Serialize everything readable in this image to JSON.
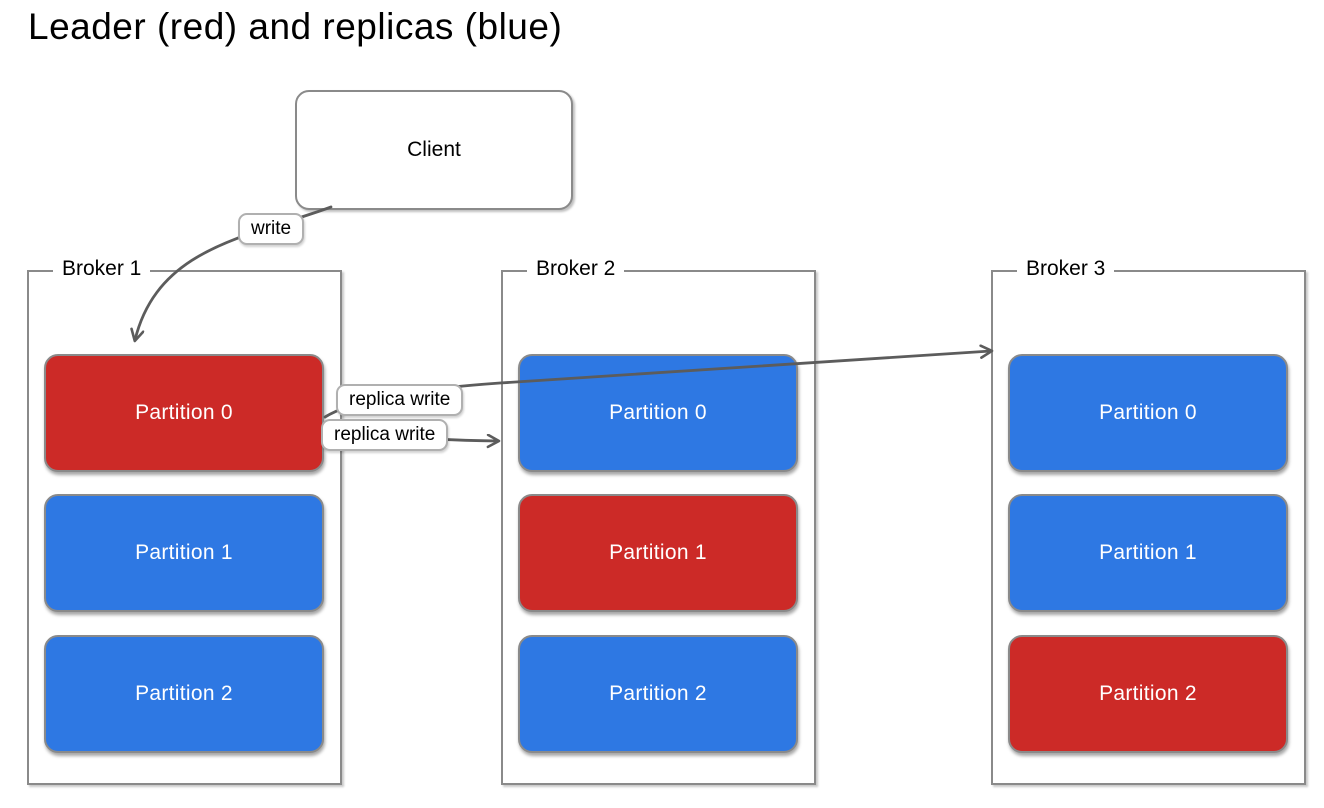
{
  "title": "Leader (red) and replicas (blue)",
  "colors": {
    "leader": "#cc2a27",
    "replica": "#2e78e3",
    "line": "#5c5c5c",
    "box_border": "#8a8a8a"
  },
  "client": {
    "label": "Client"
  },
  "arrows": {
    "write_label": "write",
    "replica_write_top_label": "replica write",
    "replica_write_bottom_label": "replica write"
  },
  "brokers": [
    {
      "label": "Broker 1",
      "partitions": [
        {
          "label": "Partition 0",
          "role": "leader"
        },
        {
          "label": "Partition 1",
          "role": "replica"
        },
        {
          "label": "Partition 2",
          "role": "replica"
        }
      ]
    },
    {
      "label": "Broker 2",
      "partitions": [
        {
          "label": "Partition 0",
          "role": "replica"
        },
        {
          "label": "Partition 1",
          "role": "leader"
        },
        {
          "label": "Partition 2",
          "role": "replica"
        }
      ]
    },
    {
      "label": "Broker 3",
      "partitions": [
        {
          "label": "Partition 0",
          "role": "replica"
        },
        {
          "label": "Partition 1",
          "role": "replica"
        },
        {
          "label": "Partition 2",
          "role": "leader"
        }
      ]
    }
  ]
}
